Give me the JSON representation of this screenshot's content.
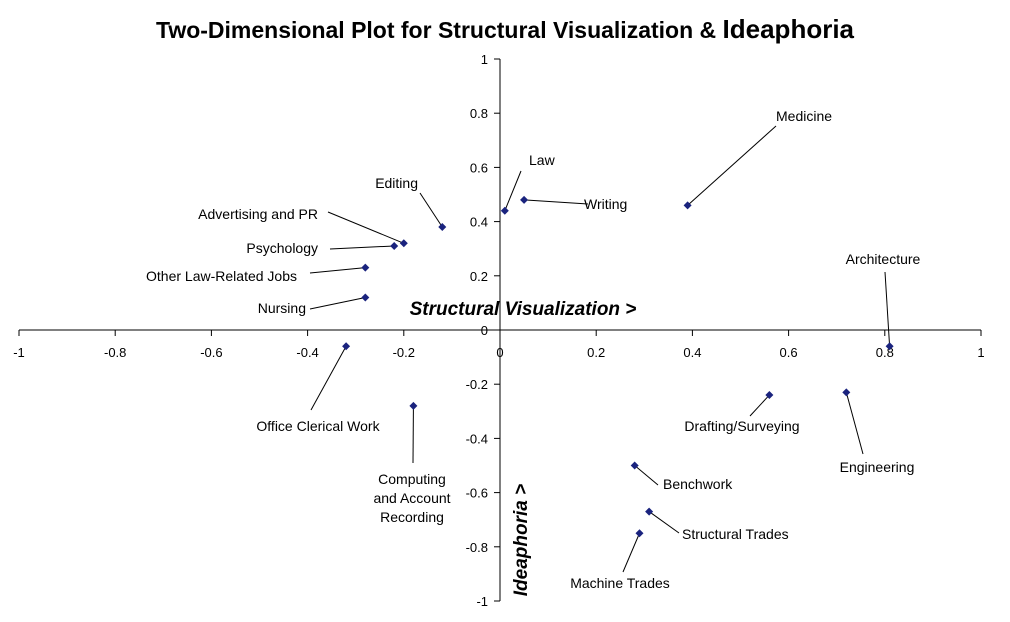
{
  "chart_data": {
    "type": "scatter",
    "title_main": "Two-Dimensional Plot for Structural Visualization &",
    "title_emph": "Ideaphoria",
    "xlabel": "Structural Visualization >",
    "ylabel": "Ideaphoria >",
    "xlim": [
      -1,
      1
    ],
    "ylim": [
      -1,
      1
    ],
    "x_ticks": [
      "-1",
      "-0.8",
      "-0.6",
      "-0.4",
      "-0.2",
      "0",
      "0.2",
      "0.4",
      "0.6",
      "0.8",
      "1"
    ],
    "y_ticks": [
      "-1",
      "-0.8",
      "-0.6",
      "-0.4",
      "-0.2",
      "0",
      "0.2",
      "0.4",
      "0.6",
      "0.8",
      "1"
    ],
    "grid": false,
    "legend": "none",
    "marker_color": "#1a237e",
    "points": [
      {
        "label": "Medicine",
        "x": 0.39,
        "y": 0.46
      },
      {
        "label": "Law",
        "x": 0.01,
        "y": 0.44
      },
      {
        "label": "Writing",
        "x": 0.05,
        "y": 0.48
      },
      {
        "label": "Editing",
        "x": -0.12,
        "y": 0.38
      },
      {
        "label": "Advertising and PR",
        "x": -0.2,
        "y": 0.32
      },
      {
        "label": "Psychology",
        "x": -0.22,
        "y": 0.31
      },
      {
        "label": "Other Law-Related Jobs",
        "x": -0.28,
        "y": 0.23
      },
      {
        "label": "Nursing",
        "x": -0.28,
        "y": 0.12
      },
      {
        "label": "Architecture",
        "x": 0.81,
        "y": -0.06
      },
      {
        "label": "Office Clerical Work",
        "x": -0.32,
        "y": -0.06
      },
      {
        "label": "Computing\nand Account\nRecording",
        "x": -0.18,
        "y": -0.28
      },
      {
        "label": "Drafting/Surveying",
        "x": 0.56,
        "y": -0.24
      },
      {
        "label": "Engineering",
        "x": 0.72,
        "y": -0.23
      },
      {
        "label": "Benchwork",
        "x": 0.28,
        "y": -0.5
      },
      {
        "label": "Structural Trades",
        "x": 0.31,
        "y": -0.67
      },
      {
        "label": "Machine Trades",
        "x": 0.29,
        "y": -0.75
      }
    ]
  }
}
